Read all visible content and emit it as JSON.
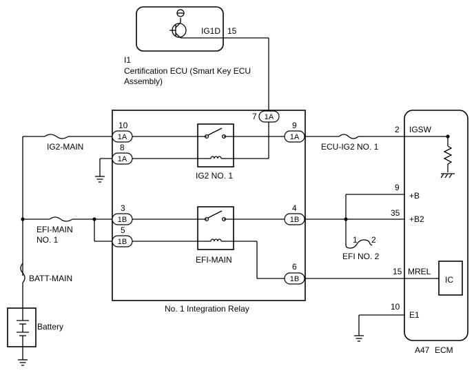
{
  "ecu_top": {
    "terminal": "IG1D",
    "pin": "15",
    "code": "I1",
    "name_line1": "Certification ECU (Smart Key ECU",
    "name_line2": "Assembly)"
  },
  "relay_block": {
    "name": "No. 1 Integration Relay",
    "relay_ig2": "IG2 NO. 1",
    "relay_efi": "EFI-MAIN",
    "connectors": [
      {
        "pin": "10",
        "conn": "1A"
      },
      {
        "pin": "8",
        "conn": "1A"
      },
      {
        "pin": "7",
        "conn": "1A"
      },
      {
        "pin": "9",
        "conn": "1A"
      },
      {
        "pin": "3",
        "conn": "1B"
      },
      {
        "pin": "5",
        "conn": "1B"
      },
      {
        "pin": "4",
        "conn": "1B"
      },
      {
        "pin": "6",
        "conn": "1B"
      }
    ]
  },
  "fuses": {
    "ig2_main": "IG2-MAIN",
    "efi_main_l1": "EFI-MAIN",
    "efi_main_l2": "NO. 1",
    "batt_main": "BATT-MAIN",
    "ecu_ig2": "ECU-IG2 NO. 1",
    "efi_no2": "EFI NO. 2",
    "efi_no2_pin1": "1",
    "efi_no2_pin2": "2"
  },
  "battery": {
    "label": "Battery"
  },
  "ecm": {
    "code": "A47",
    "name": "ECM",
    "ic": "IC",
    "terminals": [
      {
        "pin": "2",
        "name": "IGSW"
      },
      {
        "pin": "9",
        "name": "+B"
      },
      {
        "pin": "35",
        "name": "+B2"
      },
      {
        "pin": "15",
        "name": "MREL"
      },
      {
        "pin": "10",
        "name": "E1"
      }
    ]
  }
}
